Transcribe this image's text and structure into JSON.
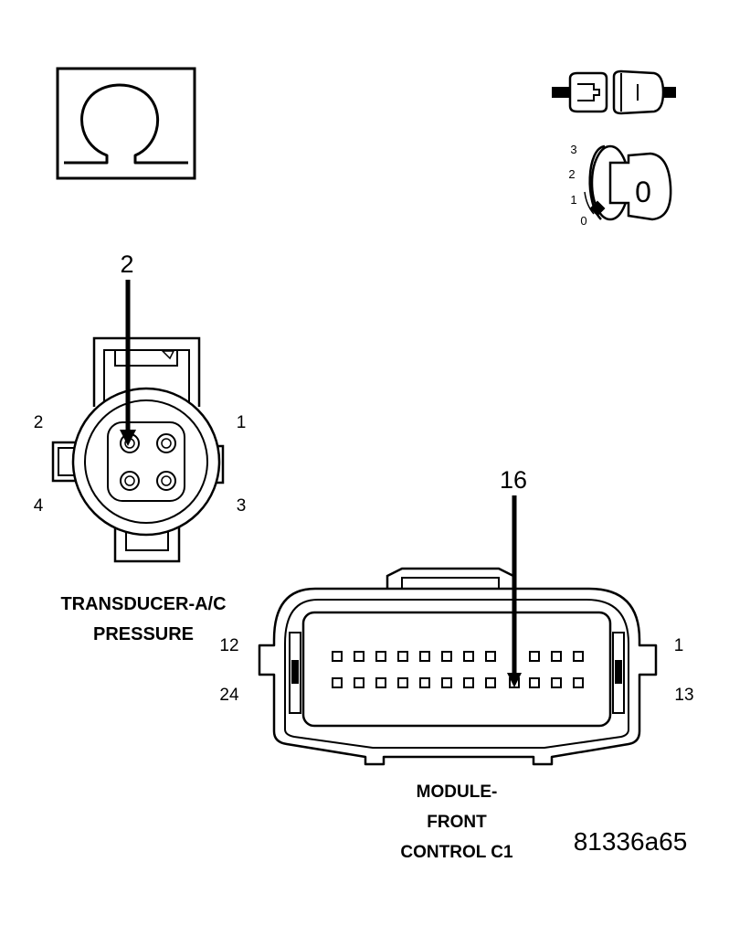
{
  "symbols": {
    "ohm_icon": "ohm-symbol",
    "meter_icon": "multimeter-probe",
    "ignition_icon": "ignition-key",
    "ignition_positions": [
      "3",
      "2",
      "1",
      "0"
    ],
    "key_position": "0"
  },
  "connector_a": {
    "callout_pin": "2",
    "pin_labels": {
      "top_left": "2",
      "top_right": "1",
      "bottom_left": "4",
      "bottom_right": "3"
    },
    "name_line1": "TRANSDUCER-A/C",
    "name_line2": "PRESSURE"
  },
  "connector_b": {
    "callout_pin": "16",
    "pin_labels": {
      "top_left": "12",
      "top_right": "1",
      "bottom_left": "24",
      "bottom_right": "13"
    },
    "name_line1": "MODULE-",
    "name_line2": "FRONT",
    "name_line3": "CONTROL C1"
  },
  "figure_id": "81336a65"
}
